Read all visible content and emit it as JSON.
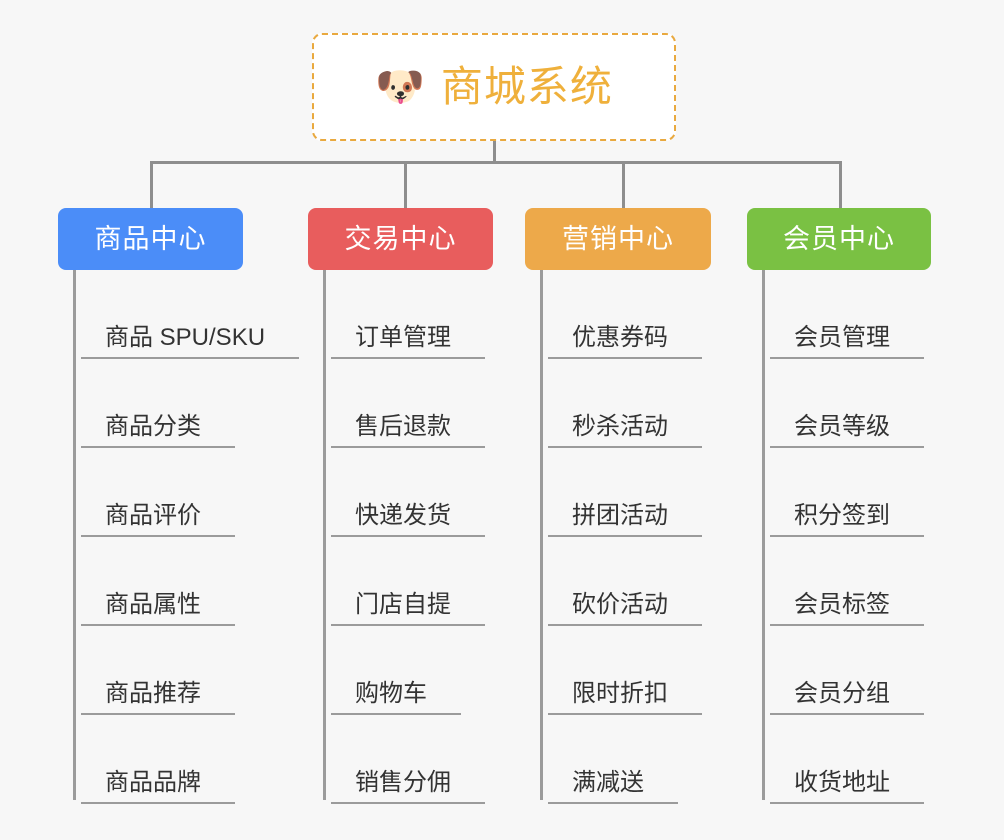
{
  "diagram": {
    "type": "org-chart",
    "background_color": "#f7f7f7",
    "root": {
      "icon": "dog-face-emoji",
      "emoji": "🐶",
      "title": "商城系统",
      "text_color": "#efb03b",
      "border_color": "#e9a93f",
      "background_color": "#ffffff"
    },
    "connector_color": "#8e8e8e",
    "categories": [
      {
        "label": "商品中心",
        "color": "#4b8df8",
        "items": [
          "商品 SPU/SKU",
          "商品分类",
          "商品评价",
          "商品属性",
          "商品推荐",
          "商品品牌"
        ]
      },
      {
        "label": "交易中心",
        "color": "#e85d5d",
        "items": [
          "订单管理",
          "售后退款",
          "快递发货",
          "门店自提",
          "购物车",
          "销售分佣"
        ]
      },
      {
        "label": "营销中心",
        "color": "#eda94a",
        "items": [
          "优惠券码",
          "秒杀活动",
          "拼团活动",
          "砍价活动",
          "限时折扣",
          "满减送"
        ]
      },
      {
        "label": "会员中心",
        "color": "#7ac143",
        "items": [
          "会员管理",
          "会员等级",
          "积分签到",
          "会员标签",
          "会员分组",
          "收货地址"
        ]
      }
    ]
  }
}
